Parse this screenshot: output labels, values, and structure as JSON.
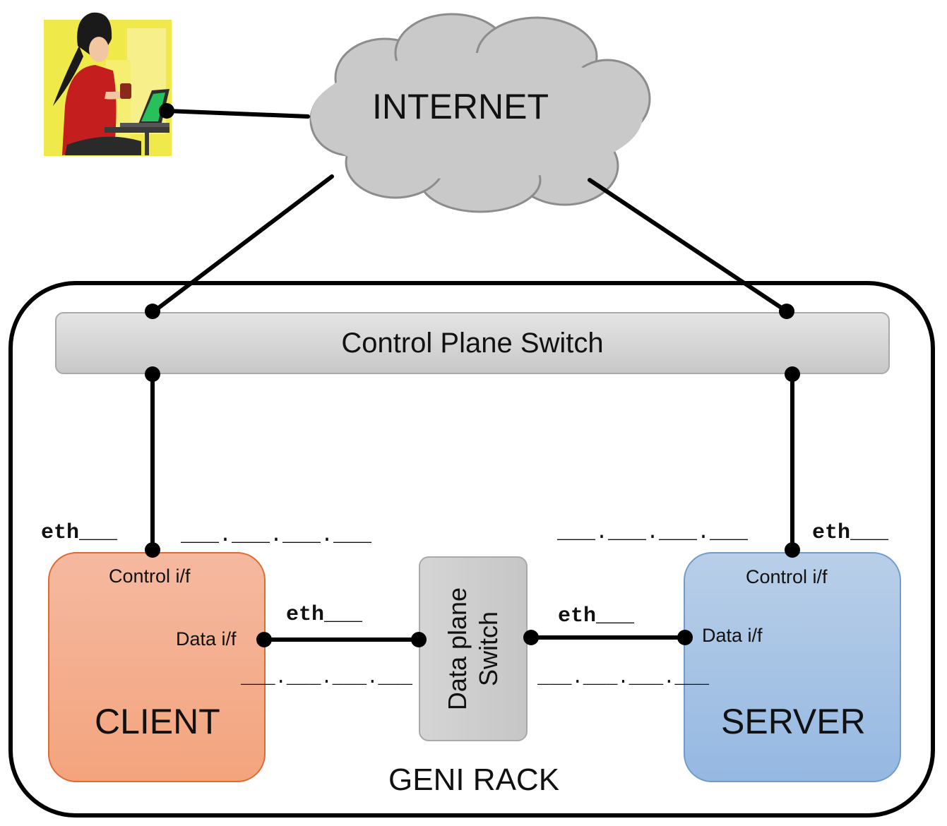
{
  "cloud": {
    "label": "INTERNET"
  },
  "control_switch": {
    "label": "Control Plane Switch"
  },
  "data_switch": {
    "label_line1": "Data plane",
    "label_line2": "Switch"
  },
  "client": {
    "name": "CLIENT",
    "control_if": "Control i/f",
    "data_if": "Data i/f",
    "control_eth": "eth___",
    "control_ip": "___.___.___.___",
    "data_eth": "eth___",
    "data_ip": "___.___.___.___"
  },
  "server": {
    "name": "SERVER",
    "control_if": "Control i/f",
    "data_if": "Data i/f",
    "control_eth": "eth___",
    "control_ip": "___.___.___.___",
    "data_eth": "eth___",
    "data_ip": "___.___.___.___"
  },
  "rack": {
    "label": "GENI RACK"
  },
  "colors": {
    "client_fill": "#f3a47d",
    "server_fill": "#95b8e2",
    "switch_fill": "#c8c8c8",
    "cloud_fill": "#c9c9c9",
    "link": "#000000"
  },
  "icons": {
    "user": "woman-at-laptop-icon",
    "cloud": "cloud-icon"
  }
}
